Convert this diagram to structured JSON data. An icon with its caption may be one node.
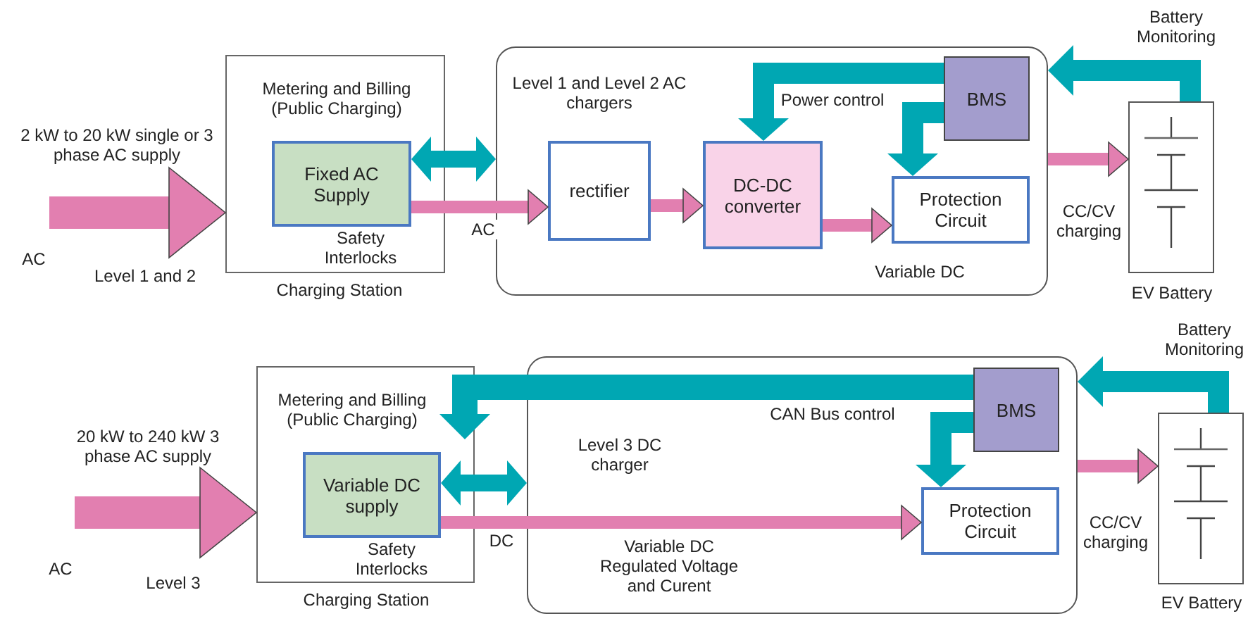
{
  "diagram": {
    "nodes": [
      {
        "text": [
          "Metering and Billing (Public Charging)",
          "Safety Interlocks"
        ],
        "beside": [
          "Charging Station"
        ]
      },
      {
        "text": [
          "Fixed AC Supply"
        ],
        "in": 0
      },
      {
        "text": [
          "Level 1 and Level 2 AC chargers",
          "Variable DC"
        ]
      },
      {
        "text": [
          "rectifier"
        ],
        "in": 2
      },
      {
        "text": [
          "DC-DC converter"
        ],
        "in": 2
      },
      {
        "text": [
          "BMS"
        ],
        "in": 2
      },
      {
        "text": [
          "Protection Circuit"
        ],
        "in": 2
      },
      {
        "text": [],
        "shape": "box",
        "beside": [
          "EV Battery"
        ]
      },
      {
        "text": [
          "Metering and Billing (Public Charging)",
          "Safety Interlocks"
        ],
        "beside": [
          "Charging Station"
        ]
      },
      {
        "text": [
          "Variable DC supply"
        ],
        "in": 8
      },
      {
        "text": [
          "Level 3 DC charger",
          "Variable DC Regulated Voltage and Curent"
        ]
      },
      {
        "text": [
          "BMS"
        ],
        "in": 10
      },
      {
        "text": [
          "Protection Circuit"
        ],
        "in": 10
      },
      {
        "text": [],
        "shape": "box",
        "beside": [
          "EV Battery"
        ]
      }
    ],
    "edges": [
      {
        "from": null,
        "to": 0,
        "arrow": "to",
        "style": "thick",
        "color": "#e27fb0"
      },
      {
        "from": 1,
        "to": 2,
        "arrow": "both",
        "color": "#00a7b3"
      },
      {
        "from": 1,
        "to": 3,
        "arrow": "to",
        "label": "AC",
        "color": "#e27fb0"
      },
      {
        "from": 3,
        "to": 4,
        "arrow": "to",
        "color": "#e27fb0"
      },
      {
        "from": 4,
        "to": 6,
        "arrow": "to",
        "color": "#e27fb0"
      },
      {
        "from": 5,
        "to": 4,
        "arrow": "to",
        "label": "Power control",
        "color": "#00a7b3"
      },
      {
        "from": 5,
        "to": 6,
        "arrow": "to",
        "color": "#00a7b3"
      },
      {
        "from": 2,
        "to": 7,
        "arrow": "to",
        "label": "CC/CV charging",
        "color": "#e27fb0"
      },
      {
        "from": 7,
        "to": 2,
        "arrow": "to",
        "label": "Battery Monitoring",
        "color": "#00a7b3"
      },
      {
        "from": null,
        "to": 8,
        "arrow": "to",
        "style": "thick",
        "color": "#e27fb0"
      },
      {
        "from": 9,
        "to": 10,
        "arrow": "both",
        "color": "#00a7b3"
      },
      {
        "from": 9,
        "to": 12,
        "arrow": "to",
        "label": "DC",
        "color": "#e27fb0"
      },
      {
        "from": 11,
        "to": 8,
        "arrow": "to",
        "label": "CAN Bus control",
        "color": "#00a7b3"
      },
      {
        "from": 11,
        "to": 12,
        "arrow": "to",
        "color": "#00a7b3"
      },
      {
        "from": 10,
        "to": 13,
        "arrow": "to",
        "label": "CC/CV charging",
        "color": "#e27fb0"
      },
      {
        "from": 13,
        "to": 10,
        "arrow": "to",
        "label": "Battery Monitoring",
        "color": "#00a7b3"
      }
    ],
    "labels": [
      "2 kW to 20 kW single or 3 phase AC supply",
      "AC",
      "Level 1 and 2",
      "20 kW to 240 kW 3 phase AC supply",
      "AC",
      "Level 3"
    ]
  }
}
